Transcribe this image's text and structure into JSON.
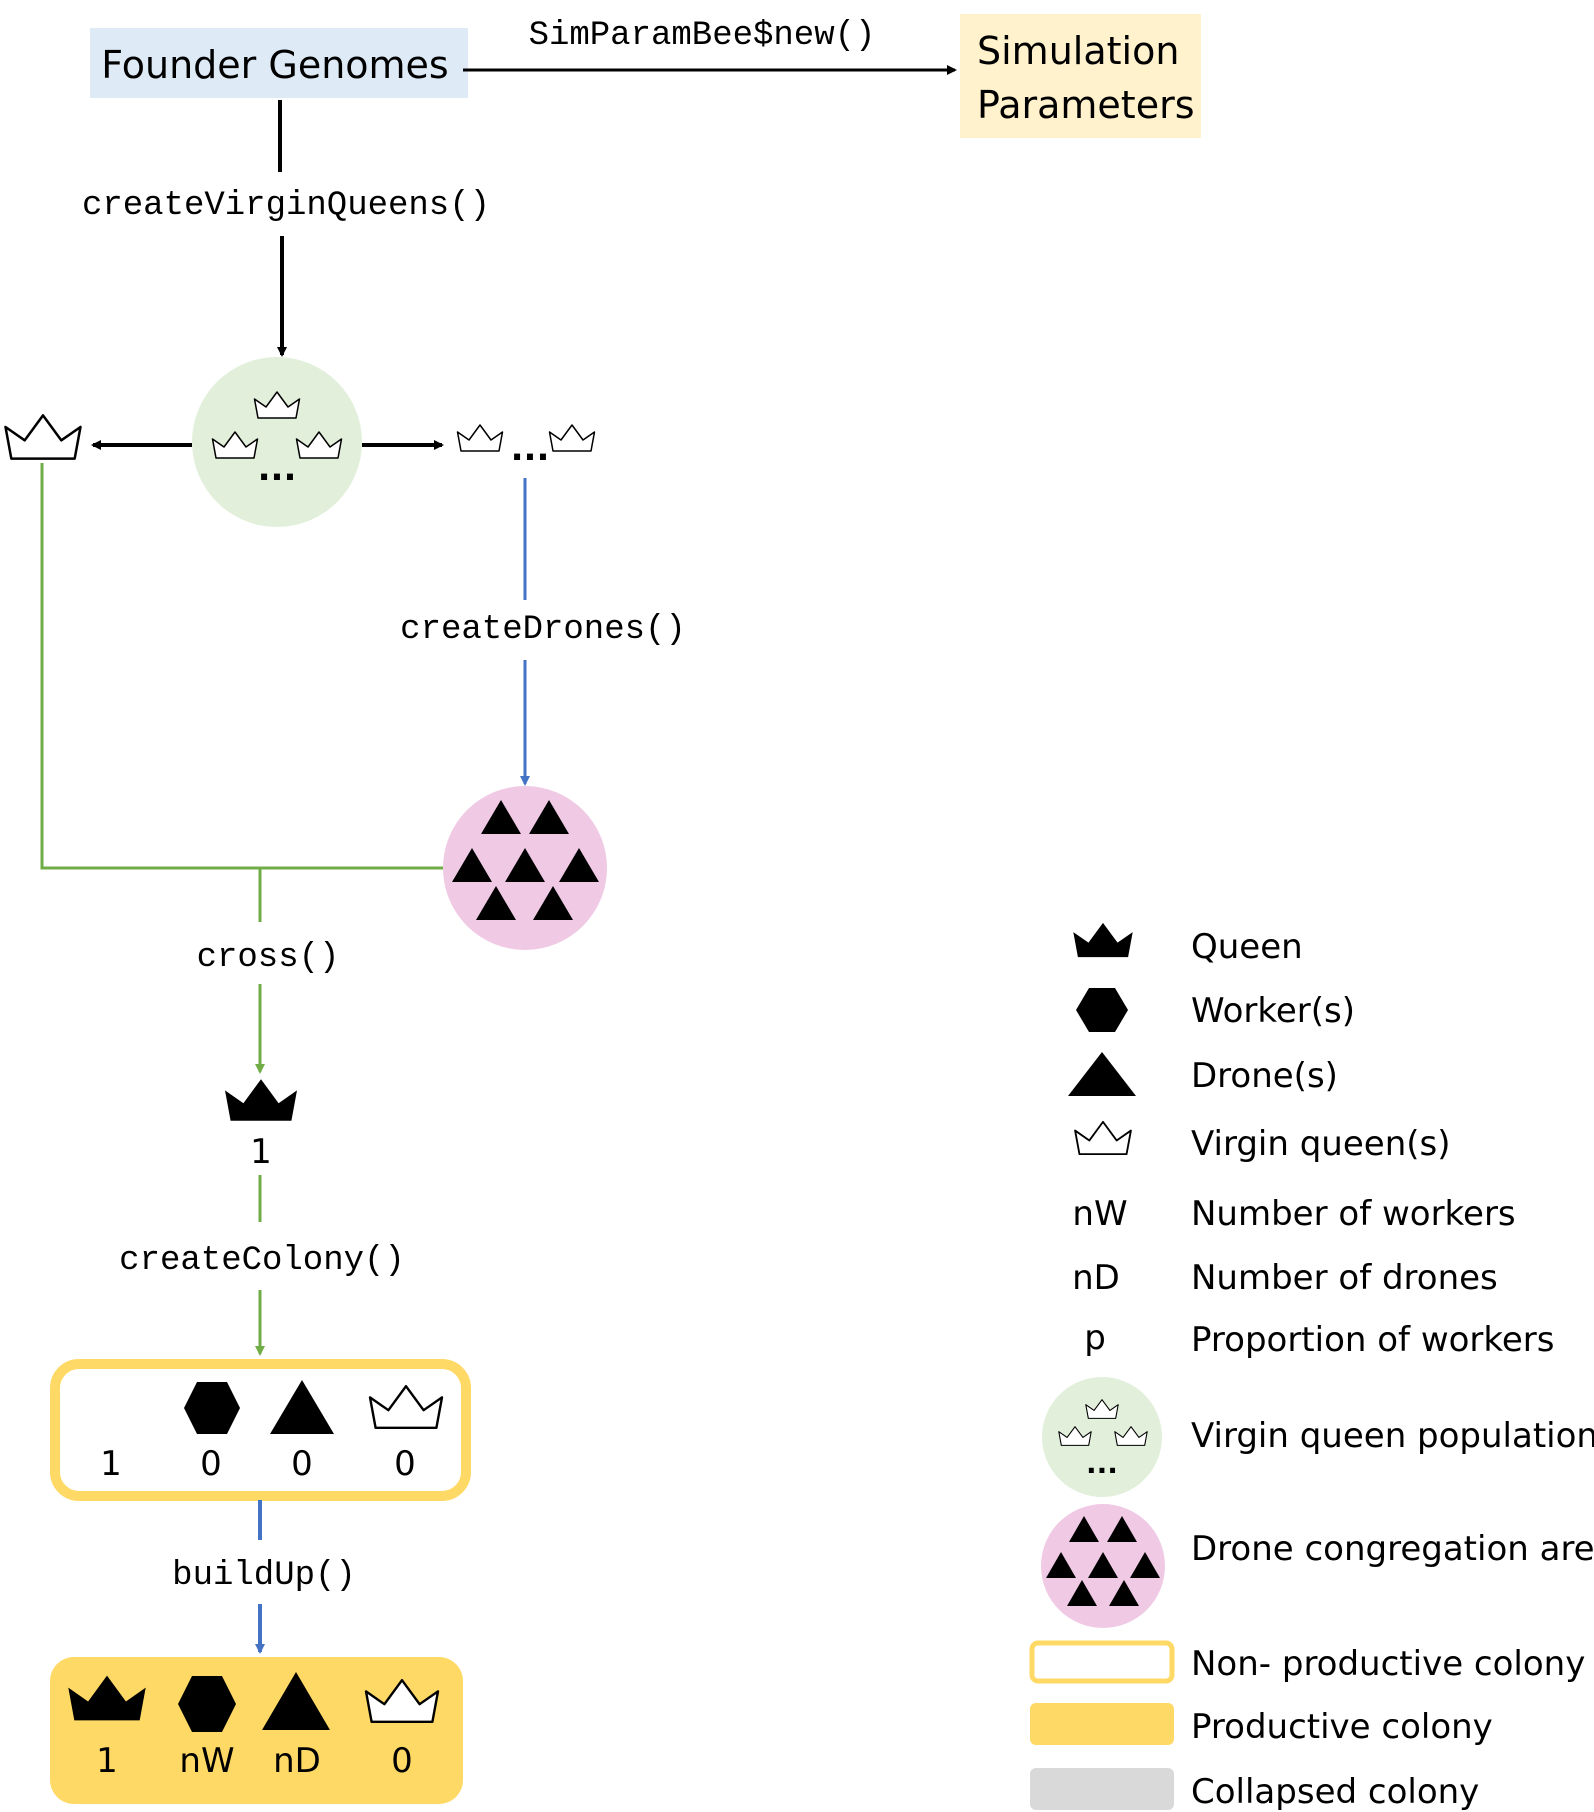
{
  "nodes": {
    "founder_genomes": "Founder Genomes",
    "simulation_parameters_line1": "Simulation",
    "simulation_parameters_line2": "Parameters",
    "ellipsis": "...",
    "queen_count": "1"
  },
  "functions": {
    "sim_param": "SimParamBee$new()",
    "create_virgin_queens": "createVirginQueens()",
    "create_drones": "createDrones()",
    "cross": "cross()",
    "create_colony": "createColony()",
    "build_up": "buildUp()"
  },
  "colony_nonproductive": {
    "queen": "1",
    "workers": "0",
    "drones": "0",
    "virgin_queens": "0"
  },
  "colony_productive": {
    "queen": "1",
    "workers": "nW",
    "drones": "nD",
    "virgin_queens": "0"
  },
  "legend": {
    "queen": "Queen",
    "workers": "Worker(s)",
    "drones": "Drone(s)",
    "virgin_queens": "Virgin queen(s)",
    "nw_symbol": "nW",
    "nw_label": "Number of workers",
    "nd_symbol": "nD",
    "nd_label": "Number of drones",
    "p_symbol": "p",
    "p_label": "Proportion of workers",
    "virgin_population": "Virgin queen population",
    "drone_area": "Drone congregation area",
    "non_productive": "Non- productive colony",
    "productive": "Productive colony",
    "collapsed": "Collapsed colony"
  },
  "colors": {
    "founder_bg": "#deeaf6",
    "params_bg": "#fff2cc",
    "virgin_pop_bg": "#e2efda",
    "drone_area_bg": "#f0c9e5",
    "colony_yellow": "#ffd966",
    "colony_grey": "#d9d9d9",
    "arrow_black": "#000000",
    "arrow_green": "#70ad47",
    "arrow_blue": "#4472c4"
  }
}
